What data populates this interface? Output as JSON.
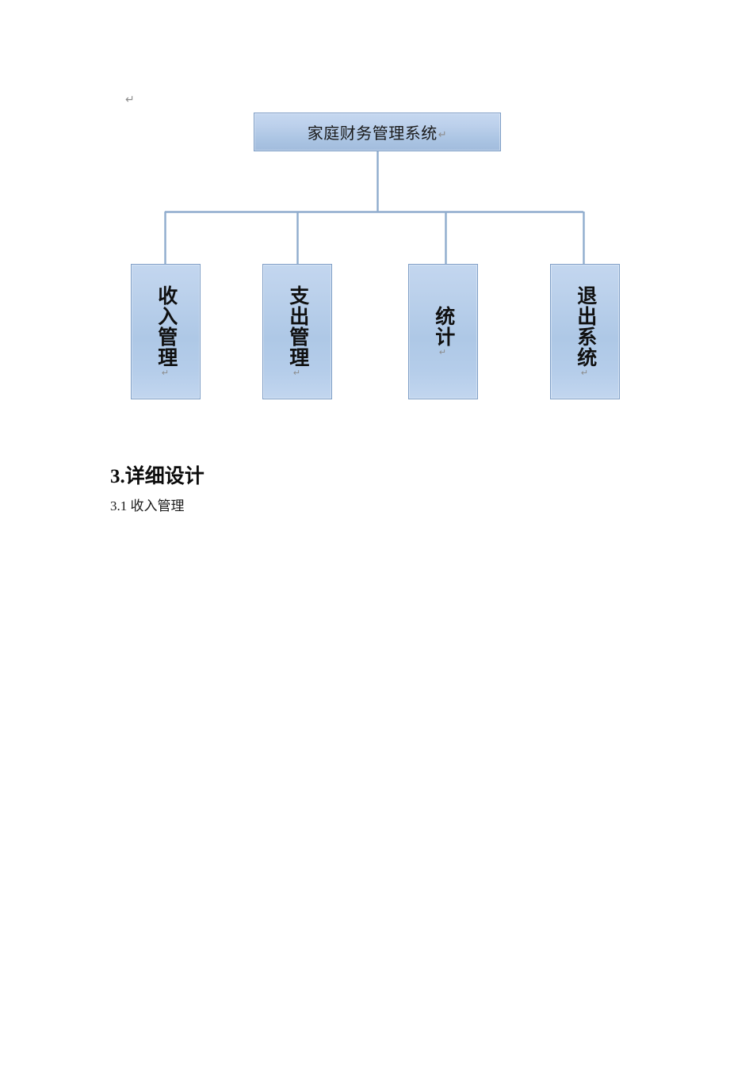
{
  "document": {
    "paragraph_mark": "↵",
    "diagram": {
      "type": "org-chart",
      "root": {
        "label": "家庭财务管理系统",
        "mark": "↵"
      },
      "children": [
        {
          "label": "收入管理",
          "mark": "↵"
        },
        {
          "label": "支出管理",
          "mark": "↵"
        },
        {
          "label": "统计",
          "mark": "↵"
        },
        {
          "label": "退出系统",
          "mark": "↵"
        }
      ],
      "colors": {
        "box_fill_top": "#c3d6ef",
        "box_fill_mid": "#aec8e6",
        "box_border": "#7e9ec6",
        "connector": "#8faccd",
        "text": "#101010"
      }
    },
    "sections": [
      {
        "heading": "3.详细设计",
        "subheading": "3.1 收入管理"
      }
    ]
  }
}
